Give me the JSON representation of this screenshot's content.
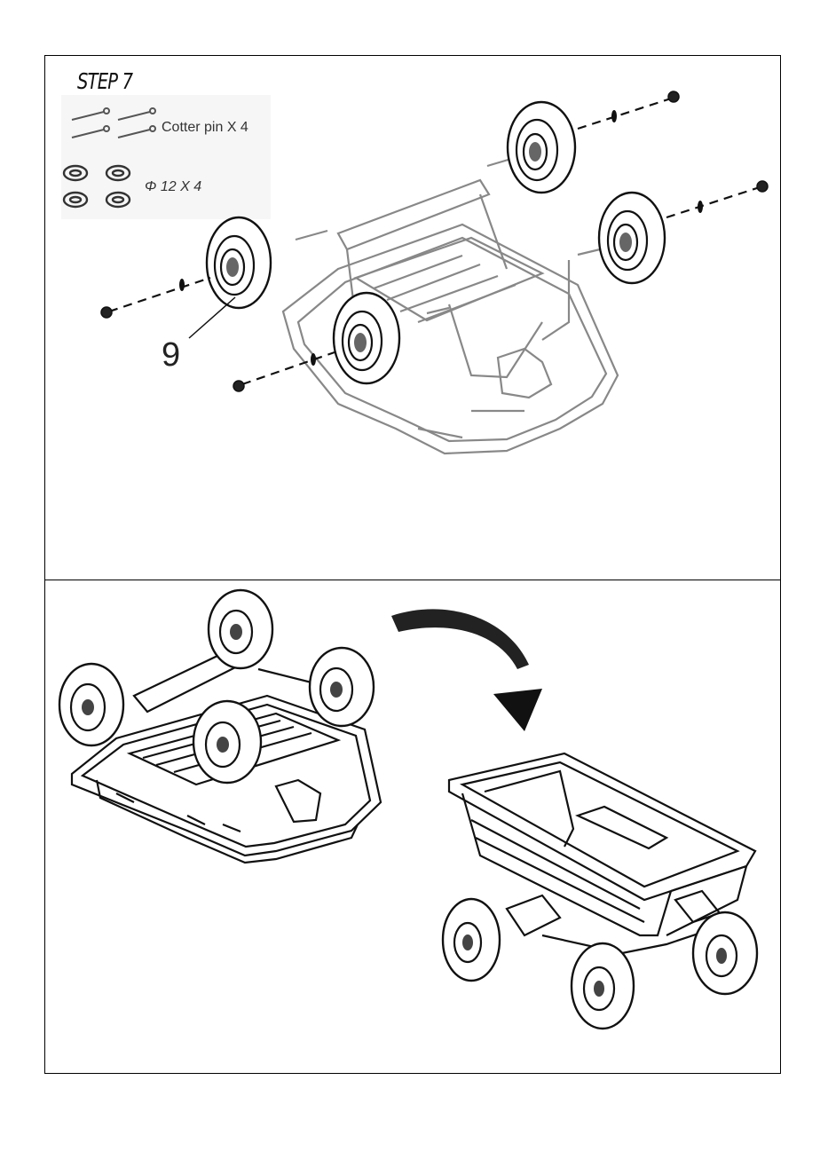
{
  "step": {
    "title": "STEP 7"
  },
  "parts": [
    {
      "label": "Cotter pin X 4",
      "icon": "cotter-pin-icon"
    },
    {
      "label": "Φ 12 X 4",
      "icon": "washer-icon"
    }
  ],
  "callouts": {
    "part_number": "9"
  }
}
